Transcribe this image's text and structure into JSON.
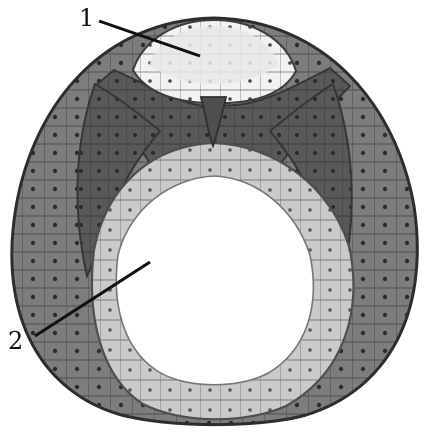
{
  "labels": [
    {
      "id": "1",
      "text": "1"
    },
    {
      "id": "2",
      "text": "2"
    }
  ],
  "colors": {
    "outer_layer": "#808080",
    "inner_layer": "#c9c9c9",
    "middle_layer": "#555555",
    "top_cap": "#f1f1f1",
    "cell_borders": "#2a2a2a",
    "nuclei": "#222222"
  }
}
